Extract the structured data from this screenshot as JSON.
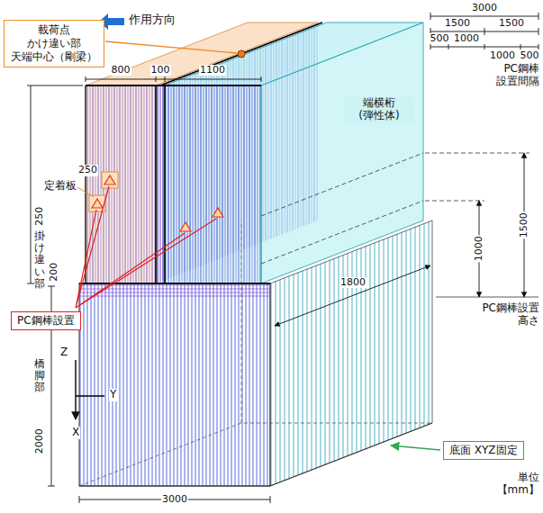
{
  "diagram": {
    "nodes": [
      {
        "text": [
          "載荷点 かけ違い部 天端中心（剛梁）"
        ]
      },
      {
        "text": [
          "PC鋼棒設置"
        ]
      },
      {
        "text": [
          "底面 XYZ固定"
        ]
      }
    ],
    "labels": [
      "作用方向",
      "800",
      "100",
      "1100",
      "3000",
      "1500",
      "1500",
      "500",
      "1000",
      "1000",
      "500",
      "PC鋼棒 設置間隔",
      "定着板",
      "250",
      "250",
      "掛け違い部",
      "200",
      "橋脚部",
      "2000",
      "1000",
      "1500",
      "端横桁 (弾性体)",
      "PC鋼棒設置 高さ",
      "1800",
      "Z",
      "Y",
      "X",
      "3000",
      "単位 【mm】"
    ]
  }
}
